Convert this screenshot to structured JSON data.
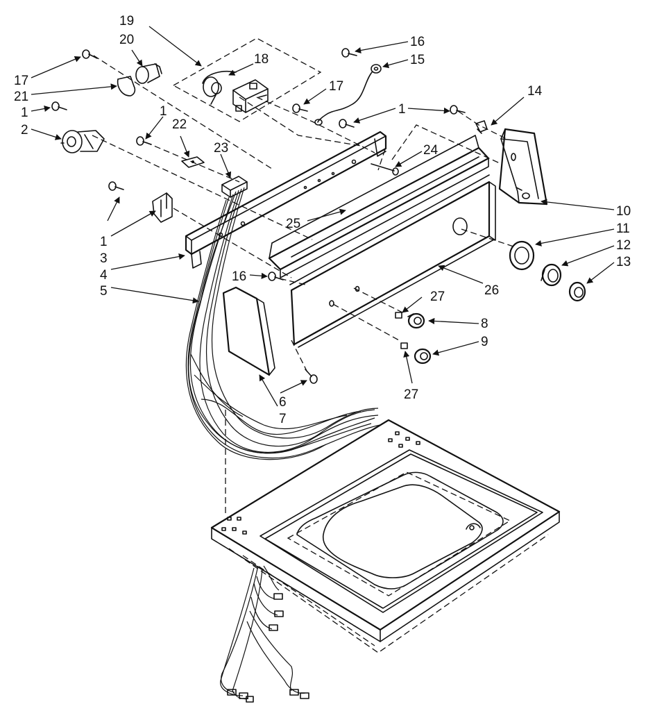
{
  "callouts": [
    {
      "id": "c1",
      "text": "19"
    },
    {
      "id": "c2",
      "text": "20"
    },
    {
      "id": "c3",
      "text": "18"
    },
    {
      "id": "c4",
      "text": "17"
    },
    {
      "id": "c5",
      "text": "21"
    },
    {
      "id": "c6",
      "text": "1"
    },
    {
      "id": "c7",
      "text": "2"
    },
    {
      "id": "c8",
      "text": "1"
    },
    {
      "id": "c9",
      "text": "22"
    },
    {
      "id": "c10",
      "text": "23"
    },
    {
      "id": "c11",
      "text": "16"
    },
    {
      "id": "c12",
      "text": "15"
    },
    {
      "id": "c13",
      "text": "17"
    },
    {
      "id": "c14",
      "text": "1"
    },
    {
      "id": "c15",
      "text": "14"
    },
    {
      "id": "c16",
      "text": "24"
    },
    {
      "id": "c17",
      "text": "10"
    },
    {
      "id": "c18",
      "text": "11"
    },
    {
      "id": "c19",
      "text": "12"
    },
    {
      "id": "c20",
      "text": "13"
    },
    {
      "id": "c21",
      "text": "25"
    },
    {
      "id": "c22",
      "text": "1"
    },
    {
      "id": "c23",
      "text": "3"
    },
    {
      "id": "c24",
      "text": "4"
    },
    {
      "id": "c25",
      "text": "16"
    },
    {
      "id": "c26",
      "text": "5"
    },
    {
      "id": "c27",
      "text": "26"
    },
    {
      "id": "c28",
      "text": "27"
    },
    {
      "id": "c29",
      "text": "8"
    },
    {
      "id": "c30",
      "text": "9"
    },
    {
      "id": "c31",
      "text": "27"
    },
    {
      "id": "c32",
      "text": "6"
    },
    {
      "id": "c33",
      "text": "7"
    }
  ]
}
